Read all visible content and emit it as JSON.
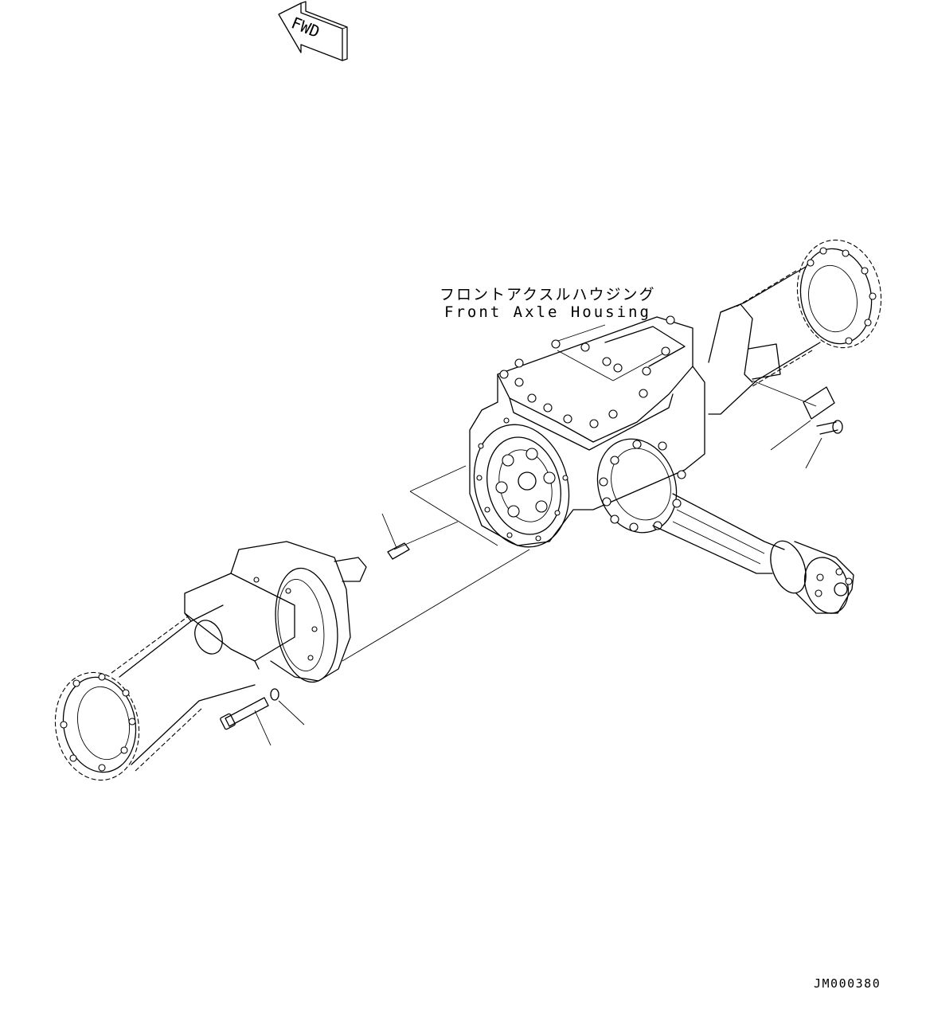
{
  "fwd_label": "FWD",
  "title": {
    "japanese": "フロントアクスルハウジング",
    "english": "Front Axle Housing"
  },
  "drawing_id": "JM000380",
  "colors": {
    "line": "#000000",
    "background": "#ffffff"
  },
  "icons": [
    "fwd-arrow-icon"
  ]
}
